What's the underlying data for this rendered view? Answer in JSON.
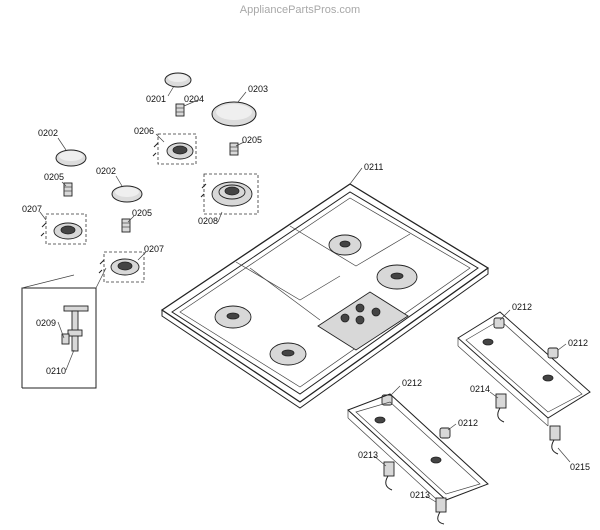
{
  "watermark": "AppliancePartsPros.com",
  "labels": {
    "l0201": "0201",
    "l0204": "0204",
    "l0203": "0203",
    "l0202a": "0202",
    "l0206": "0206",
    "l0205a": "0205",
    "l0205b": "0205",
    "l0202b": "0202",
    "l0207a": "0207",
    "l0205c": "0205",
    "l0208": "0208",
    "l0207b": "0207",
    "l0209": "0209",
    "l0210": "0210",
    "l0211": "0211",
    "l0212a": "0212",
    "l0212b": "0212",
    "l0212c": "0212",
    "l0212d": "0212",
    "l0214": "0214",
    "l0215": "0215",
    "l0213a": "0213",
    "l0213b": "0213"
  }
}
